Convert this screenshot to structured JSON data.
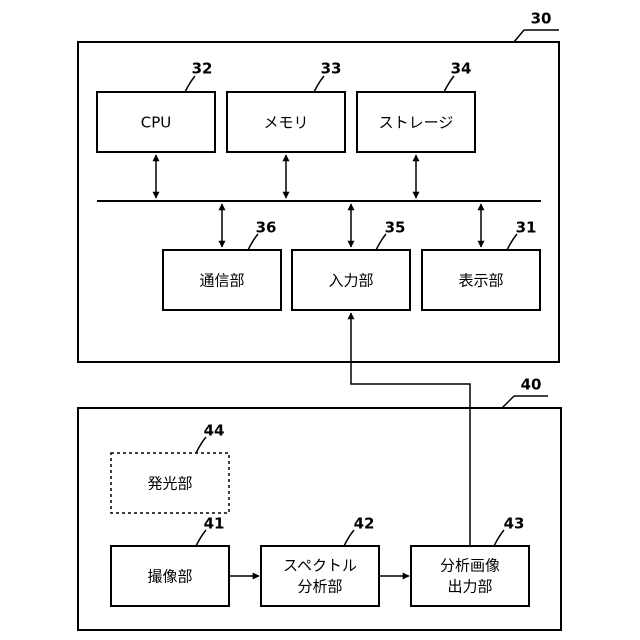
{
  "diagram": {
    "terminal": {
      "ref": "30",
      "blocks": {
        "cpu": {
          "label": "CPU",
          "ref": "32"
        },
        "memory": {
          "label": "メモリ",
          "ref": "33"
        },
        "storage": {
          "label": "ストレージ",
          "ref": "34"
        },
        "comm": {
          "label": "通信部",
          "ref": "36"
        },
        "input": {
          "label": "入力部",
          "ref": "35"
        },
        "display": {
          "label": "表示部",
          "ref": "31"
        }
      }
    },
    "device": {
      "ref": "40",
      "blocks": {
        "light": {
          "label": "発光部",
          "ref": "44"
        },
        "imaging": {
          "label": "撮像部",
          "ref": "41"
        },
        "spectral": {
          "line1": "スペクトル",
          "line2": "分析部",
          "ref": "42"
        },
        "output": {
          "line1": "分析画像",
          "line2": "出力部",
          "ref": "43"
        }
      }
    }
  }
}
